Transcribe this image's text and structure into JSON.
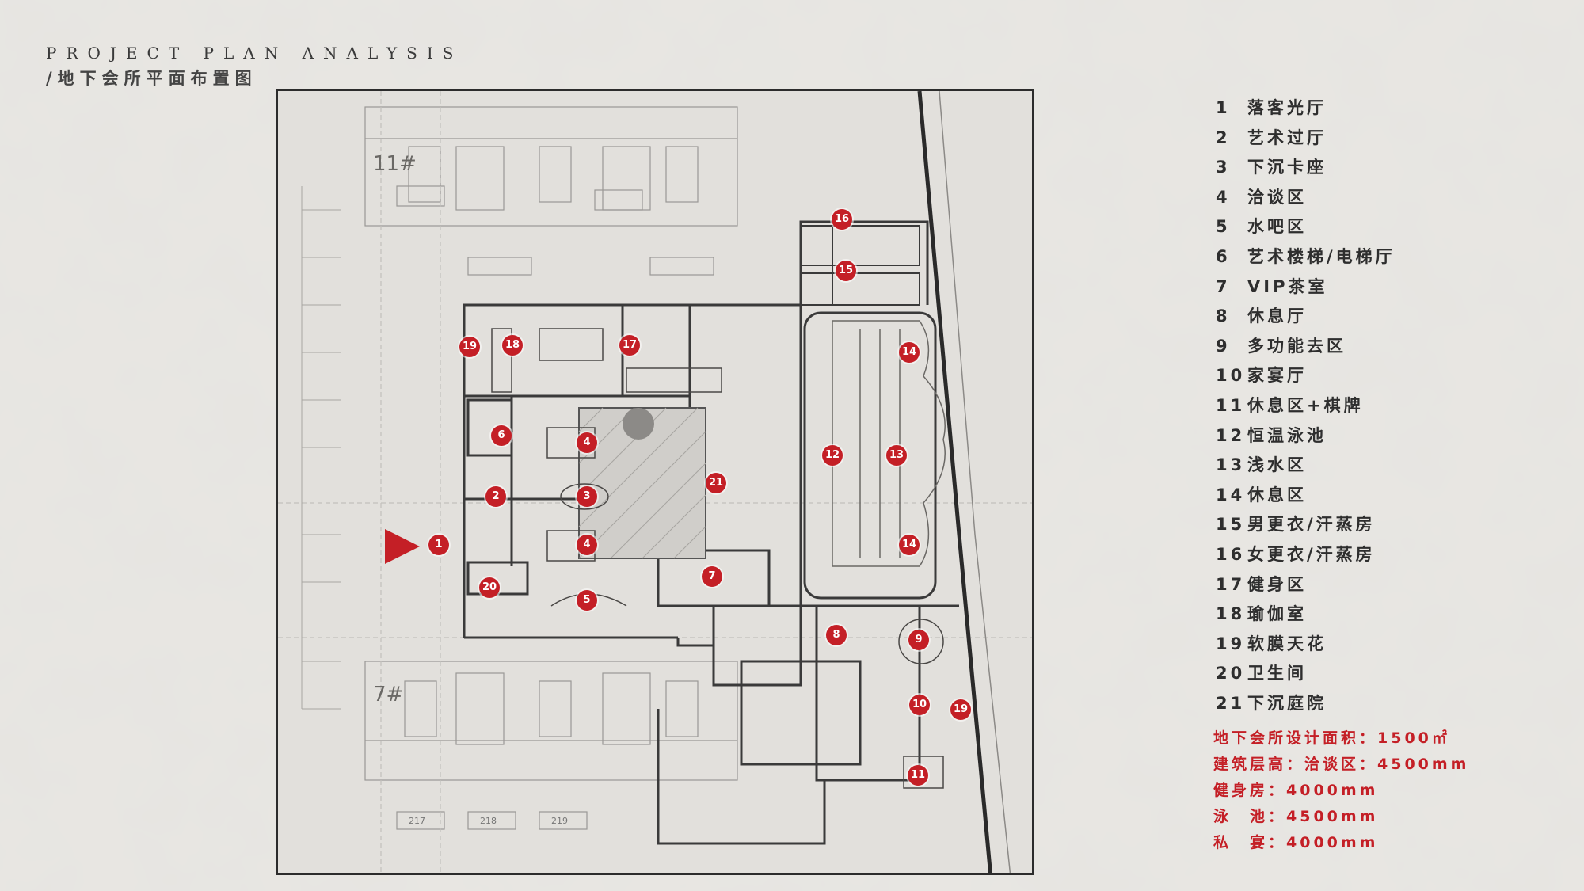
{
  "header": {
    "title_en": "PROJECT PLAN ANALYSIS",
    "title_cn": "/地下会所平面布置图"
  },
  "colors": {
    "accent": "#c41f26",
    "background": "#e6e4e0",
    "line": "#2c2c2c"
  },
  "plan_labels": {
    "building_top": "11#",
    "building_bottom": "7#",
    "parking": [
      "217",
      "218",
      "219"
    ]
  },
  "markers": [
    {
      "n": "1",
      "label": "1"
    },
    {
      "n": "2",
      "label": "2"
    },
    {
      "n": "3",
      "label": "3"
    },
    {
      "n": "4a",
      "label": "4"
    },
    {
      "n": "4b",
      "label": "4"
    },
    {
      "n": "5",
      "label": "5"
    },
    {
      "n": "6",
      "label": "6"
    },
    {
      "n": "7",
      "label": "7"
    },
    {
      "n": "8",
      "label": "8"
    },
    {
      "n": "9",
      "label": "9"
    },
    {
      "n": "10",
      "label": "10"
    },
    {
      "n": "11",
      "label": "11"
    },
    {
      "n": "12",
      "label": "12"
    },
    {
      "n": "13",
      "label": "13"
    },
    {
      "n": "14a",
      "label": "14"
    },
    {
      "n": "14b",
      "label": "14"
    },
    {
      "n": "15",
      "label": "15"
    },
    {
      "n": "16",
      "label": "16"
    },
    {
      "n": "17",
      "label": "17"
    },
    {
      "n": "18",
      "label": "18"
    },
    {
      "n": "19a",
      "label": "19"
    },
    {
      "n": "19b",
      "label": "19"
    },
    {
      "n": "20",
      "label": "20"
    },
    {
      "n": "21",
      "label": "21"
    }
  ],
  "legend": [
    {
      "num": "1",
      "text": "落客光厅"
    },
    {
      "num": "2",
      "text": "艺术过厅"
    },
    {
      "num": "3",
      "text": "下沉卡座"
    },
    {
      "num": "4",
      "text": "洽谈区"
    },
    {
      "num": "5",
      "text": "水吧区"
    },
    {
      "num": "6",
      "text": "艺术楼梯/电梯厅"
    },
    {
      "num": "7",
      "text": "VIP茶室"
    },
    {
      "num": "8",
      "text": "休息厅"
    },
    {
      "num": "9",
      "text": "多功能去区"
    },
    {
      "num": "10",
      "text": "家宴厅"
    },
    {
      "num": "11",
      "text": "休息区+棋牌"
    },
    {
      "num": "12",
      "text": "恒温泳池"
    },
    {
      "num": "13",
      "text": "浅水区"
    },
    {
      "num": "14",
      "text": "休息区"
    },
    {
      "num": "15",
      "text": "男更衣/汗蒸房"
    },
    {
      "num": "16",
      "text": "女更衣/汗蒸房"
    },
    {
      "num": "17",
      "text": "健身区"
    },
    {
      "num": "18",
      "text": "瑜伽室"
    },
    {
      "num": "19",
      "text": "软膜天花"
    },
    {
      "num": "20",
      "text": "卫生间"
    },
    {
      "num": "21",
      "text": "下沉庭院"
    }
  ],
  "stats": [
    "地下会所设计面积：1500㎡",
    "建筑层高：洽谈区：4500mm",
    "健身房：4000mm",
    "泳　池：4500mm",
    "私　宴：4000mm"
  ]
}
